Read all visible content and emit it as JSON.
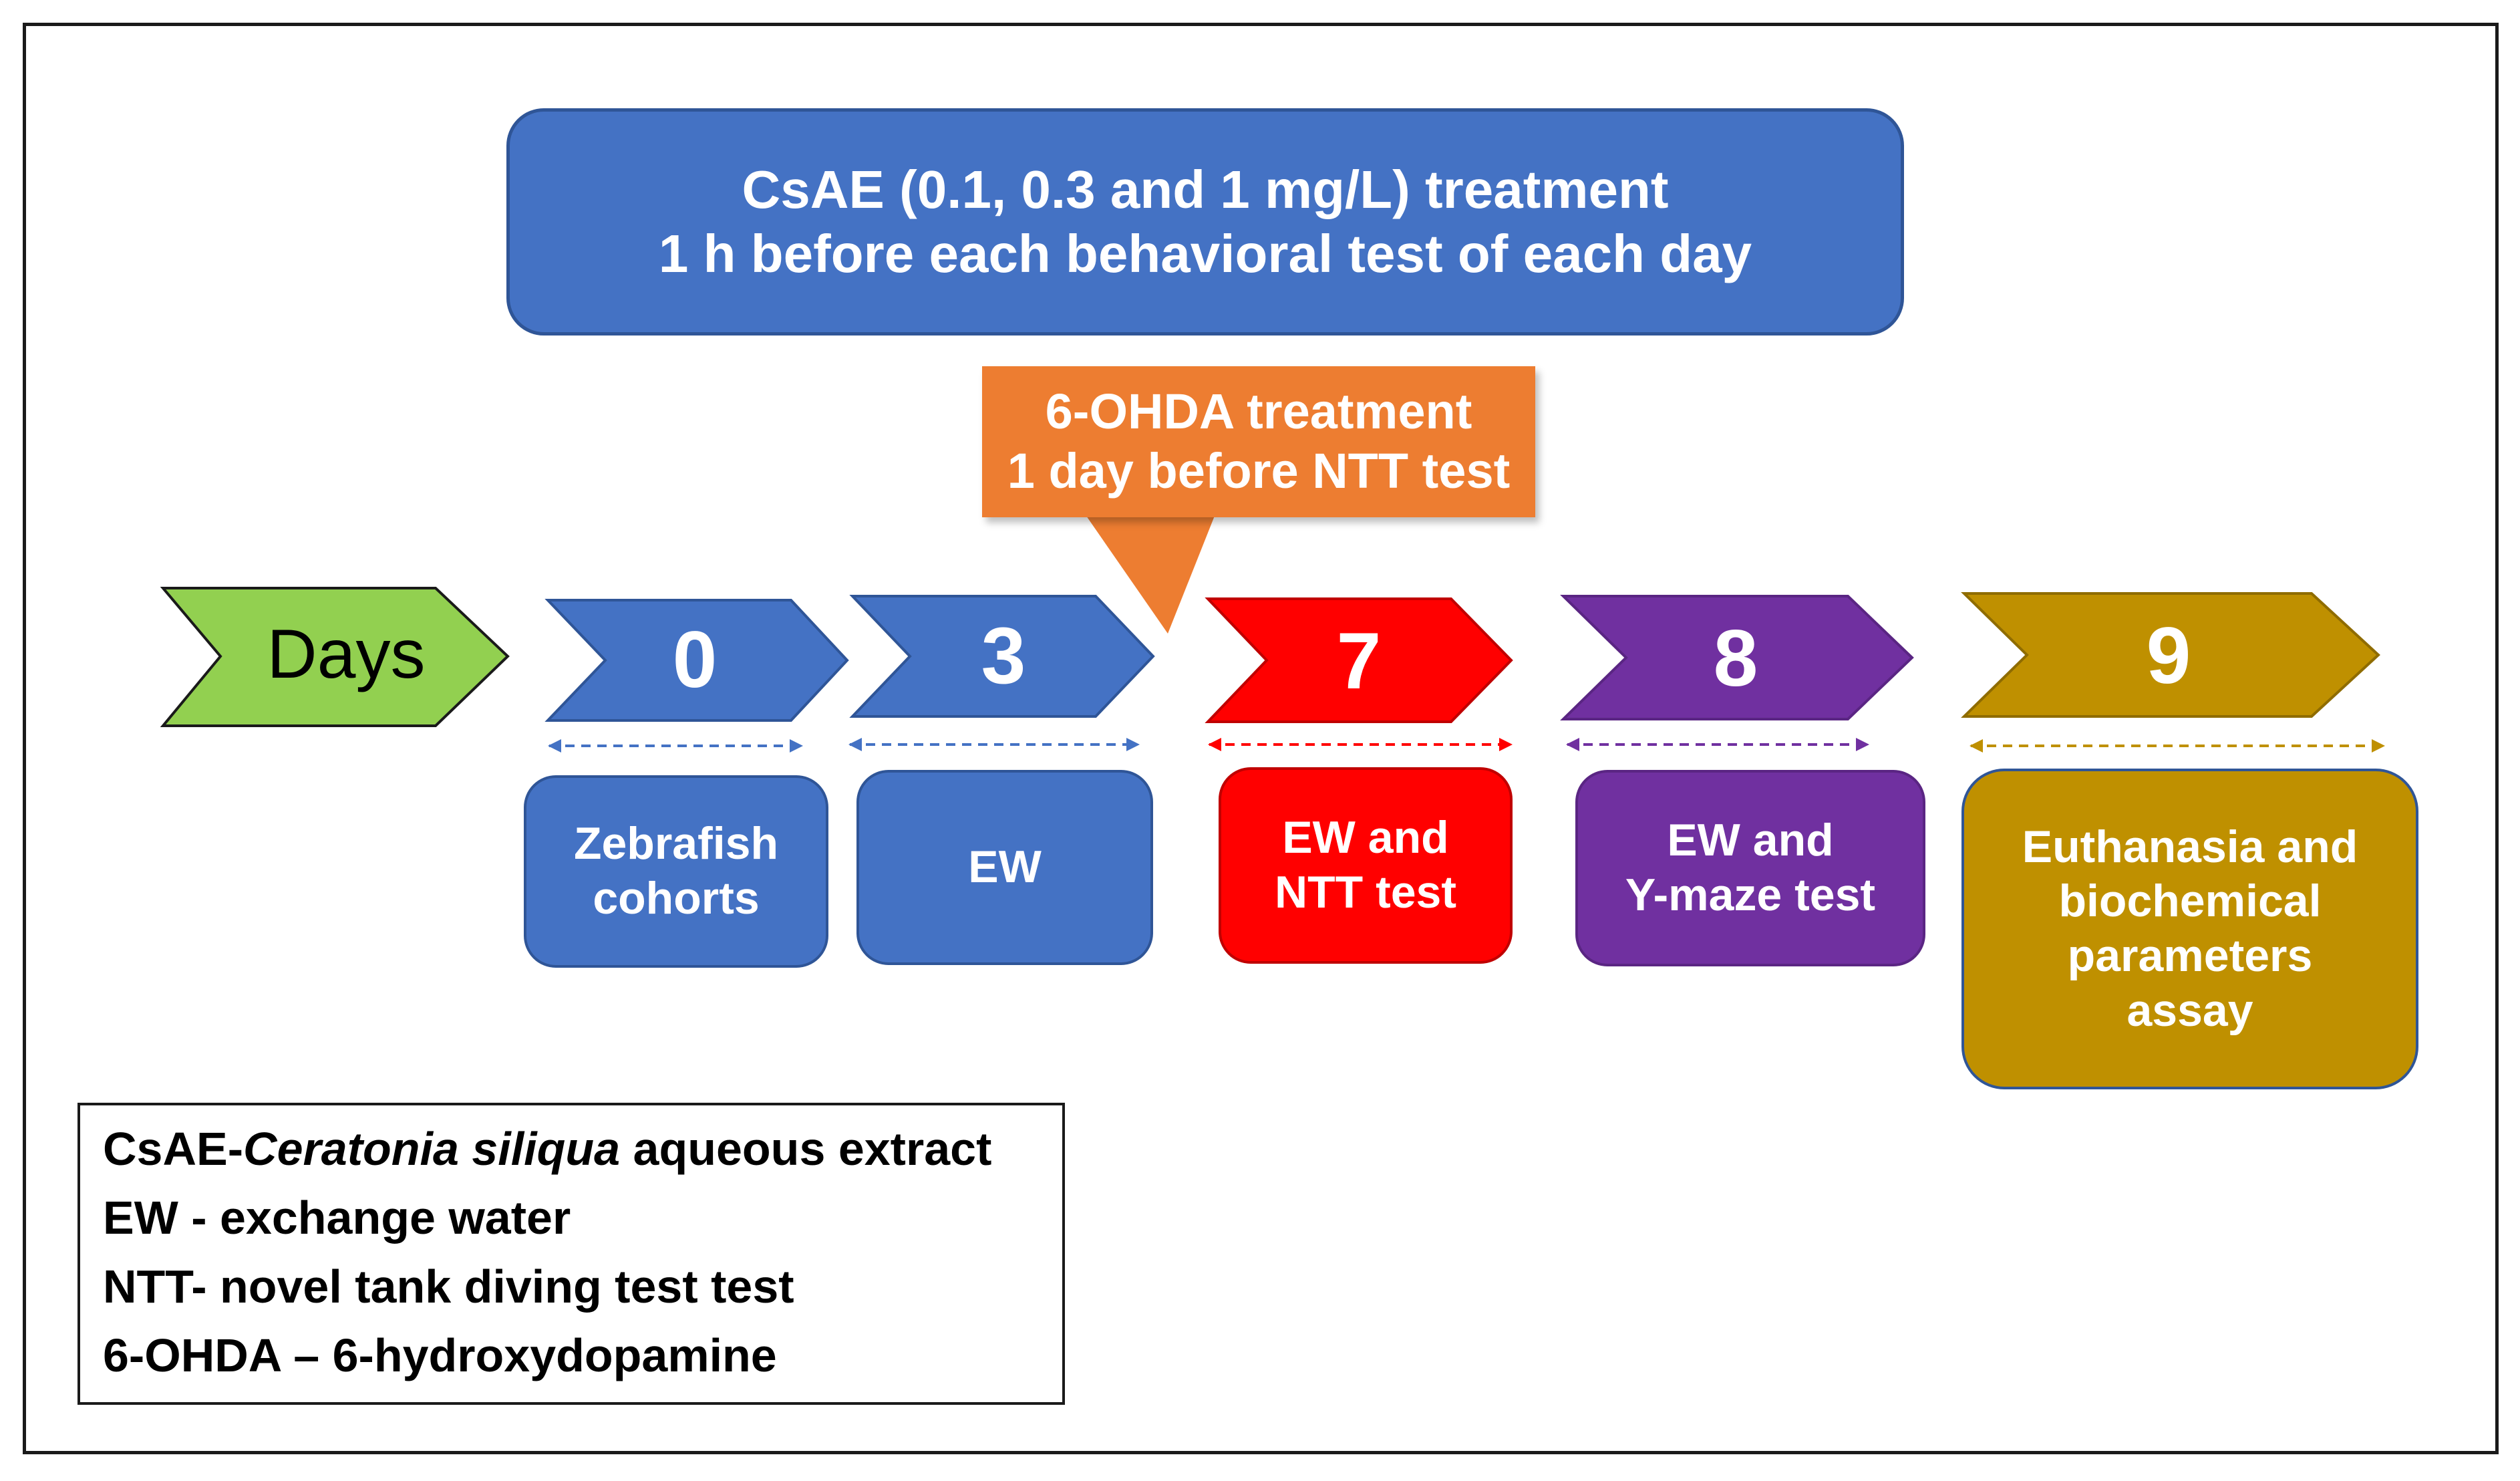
{
  "top_banner": {
    "line1": "CsAE (0.1, 0.3 and 1 mg/L) treatment",
    "line2": "1 h before each behavioral test of each day",
    "color": "#4472c4"
  },
  "callout": {
    "line1": "6-OHDA treatment",
    "line2": "1 day before NTT test",
    "color": "#ed7d31"
  },
  "timeline": {
    "label": "Days",
    "label_color": "#92d050",
    "days": [
      {
        "value": "0",
        "color": "#4472c4",
        "event_lines": [
          "Zebrafish",
          "cohorts"
        ]
      },
      {
        "value": "3",
        "color": "#4472c4",
        "event_lines": [
          "EW"
        ]
      },
      {
        "value": "7",
        "color": "#ff0000",
        "event_lines": [
          "EW and",
          "NTT test"
        ]
      },
      {
        "value": "8",
        "color": "#7030a0",
        "event_lines": [
          "EW and",
          "Y-maze test"
        ]
      },
      {
        "value": "9",
        "color": "#bf9000",
        "event_lines": [
          "Euthanasia and",
          "biochemical",
          "parameters",
          "assay"
        ]
      }
    ]
  },
  "legend": {
    "items": [
      {
        "abbr": "CsAE-",
        "italic": "Ceratonia siliqua",
        "rest": "aqueous extract"
      },
      {
        "text": "EW - exchange water"
      },
      {
        "text": "NTT- novel tank diving test test"
      },
      {
        "text": "6-OHDA – 6-hydroxydopamine"
      }
    ]
  }
}
